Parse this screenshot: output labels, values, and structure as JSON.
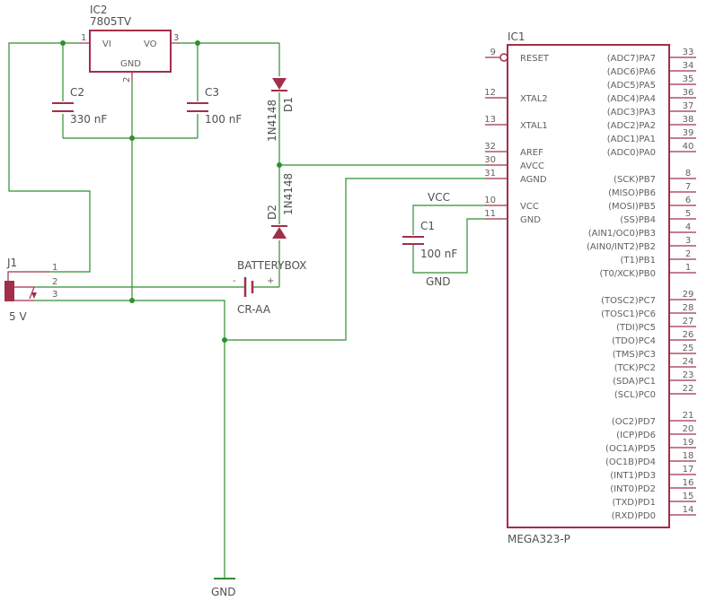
{
  "ic2": {
    "name": "IC2",
    "value": "7805TV",
    "pin_vi": "VI",
    "pin_vo": "VO",
    "pin_gnd": "GND",
    "pin1": "1",
    "pin2": "2",
    "pin3": "3"
  },
  "c2": {
    "name": "C2",
    "value": "330 nF"
  },
  "c3": {
    "name": "C3",
    "value": "100 nF"
  },
  "c1": {
    "name": "C1",
    "value": "100 nF"
  },
  "d1": {
    "name": "D1",
    "value": "1N4148"
  },
  "d2": {
    "name": "D2",
    "value": "1N4148"
  },
  "j1": {
    "name": "J1",
    "value": "5 V",
    "pins": [
      "1",
      "2",
      "3"
    ]
  },
  "battery": {
    "name": "BATTERYBOX",
    "value": "CR-AA",
    "minus": "-",
    "plus": "+"
  },
  "vcc_label": "VCC",
  "gnd_label": "GND",
  "gnd_symbol_label": "GND",
  "ic1": {
    "name": "IC1",
    "value": "MEGA323-P",
    "left_pins": [
      {
        "num": "9",
        "name": "RESET"
      },
      {
        "num": "12",
        "name": "XTAL2"
      },
      {
        "num": "13",
        "name": "XTAL1"
      },
      {
        "num": "32",
        "name": "AREF"
      },
      {
        "num": "30",
        "name": "AVCC"
      },
      {
        "num": "31",
        "name": "AGND"
      },
      {
        "num": "10",
        "name": "VCC"
      },
      {
        "num": "11",
        "name": "GND"
      }
    ],
    "right_pins": [
      {
        "num": "33",
        "name": "(ADC7)PA7"
      },
      {
        "num": "34",
        "name": "(ADC6)PA6"
      },
      {
        "num": "35",
        "name": "(ADC5)PA5"
      },
      {
        "num": "36",
        "name": "(ADC4)PA4"
      },
      {
        "num": "37",
        "name": "(ADC3)PA3"
      },
      {
        "num": "38",
        "name": "(ADC2)PA2"
      },
      {
        "num": "39",
        "name": "(ADC1)PA1"
      },
      {
        "num": "40",
        "name": "(ADC0)PA0"
      },
      {
        "num": "8",
        "name": "(SCK)PB7"
      },
      {
        "num": "7",
        "name": "(MISO)PB6"
      },
      {
        "num": "6",
        "name": "(MOSI)PB5"
      },
      {
        "num": "5",
        "name": "(SS)PB4"
      },
      {
        "num": "4",
        "name": "(AIN1/OC0)PB3"
      },
      {
        "num": "3",
        "name": "(AIN0/INT2)PB2"
      },
      {
        "num": "2",
        "name": "(T1)PB1"
      },
      {
        "num": "1",
        "name": "(T0/XCK)PB0"
      },
      {
        "num": "29",
        "name": "(TOSC2)PC7"
      },
      {
        "num": "28",
        "name": "(TOSC1)PC6"
      },
      {
        "num": "27",
        "name": "(TDI)PC5"
      },
      {
        "num": "26",
        "name": "(TDO)PC4"
      },
      {
        "num": "25",
        "name": "(TMS)PC3"
      },
      {
        "num": "24",
        "name": "(TCK)PC2"
      },
      {
        "num": "23",
        "name": "(SDA)PC1"
      },
      {
        "num": "22",
        "name": "(SCL)PC0"
      },
      {
        "num": "21",
        "name": "(OC2)PD7"
      },
      {
        "num": "20",
        "name": "(ICP)PD6"
      },
      {
        "num": "19",
        "name": "(OC1A)PD5"
      },
      {
        "num": "18",
        "name": "(OC1B)PD4"
      },
      {
        "num": "17",
        "name": "(INT1)PD3"
      },
      {
        "num": "16",
        "name": "(INT0)PD2"
      },
      {
        "num": "15",
        "name": "(TXD)PD1"
      },
      {
        "num": "14",
        "name": "(RXD)PD0"
      }
    ]
  },
  "colors": {
    "wire": "#2f8f2f",
    "part": "#a0304a",
    "text": "#555555"
  }
}
